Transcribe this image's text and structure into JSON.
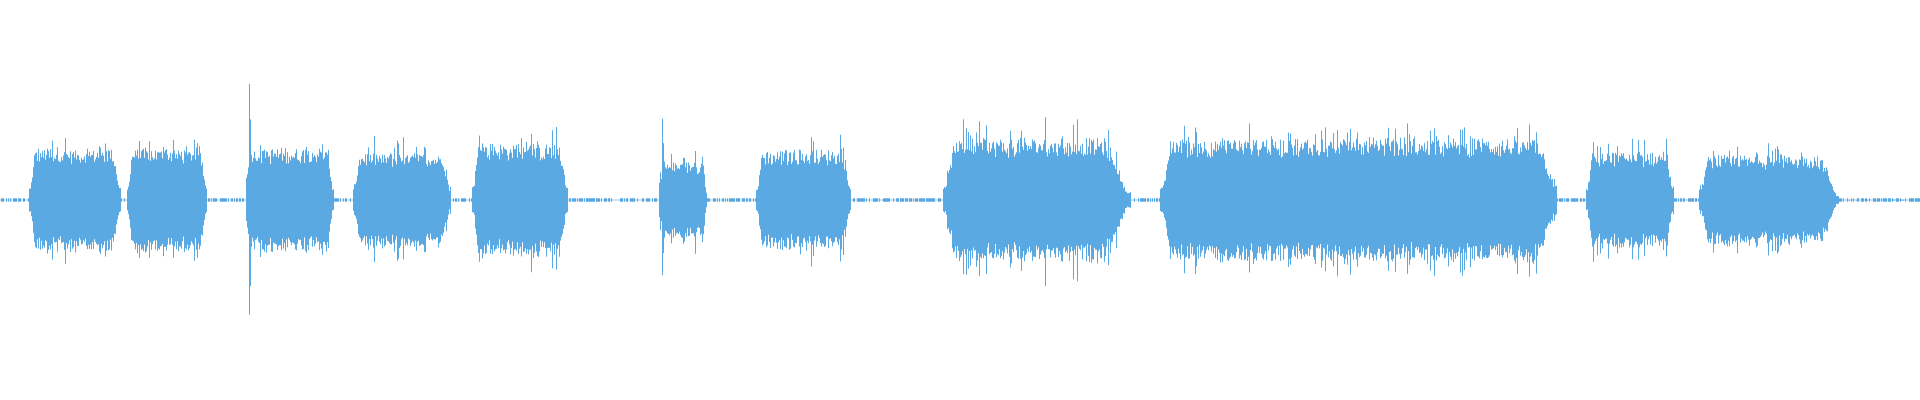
{
  "waveform": {
    "color": "#5aa9e3",
    "baseline_color": "#8cc3ec",
    "segments": [
      {
        "start": 0.015,
        "end": 0.063,
        "amplitude": 0.44,
        "peak": 0.58,
        "shape": "flat"
      },
      {
        "start": 0.066,
        "end": 0.108,
        "amplitude": 0.44,
        "peak": 0.5,
        "shape": "flat"
      },
      {
        "start": 0.128,
        "end": 0.174,
        "amplitude": 0.44,
        "peak": 1.0,
        "shape": "attack"
      },
      {
        "start": 0.184,
        "end": 0.235,
        "amplitude": 0.4,
        "peak": 0.52,
        "shape": "flat"
      },
      {
        "start": 0.246,
        "end": 0.296,
        "amplitude": 0.48,
        "peak": 0.62,
        "shape": "flat"
      },
      {
        "start": 0.343,
        "end": 0.368,
        "amplitude": 0.32,
        "peak": 0.66,
        "shape": "attack"
      },
      {
        "start": 0.394,
        "end": 0.443,
        "amplitude": 0.42,
        "peak": 0.56,
        "shape": "flat"
      },
      {
        "start": 0.491,
        "end": 0.589,
        "amplitude": 0.52,
        "peak": 0.86,
        "shape": "decay"
      },
      {
        "start": 0.604,
        "end": 0.811,
        "amplitude": 0.52,
        "peak": 0.62,
        "shape": "flat"
      },
      {
        "start": 0.826,
        "end": 0.872,
        "amplitude": 0.4,
        "peak": 0.5,
        "shape": "flat"
      },
      {
        "start": 0.885,
        "end": 0.958,
        "amplitude": 0.38,
        "peak": 0.48,
        "shape": "decay"
      }
    ],
    "noise_floor": 0.015,
    "dotted_tail_start": 0.962,
    "dotted_tail_end": 0.998
  }
}
